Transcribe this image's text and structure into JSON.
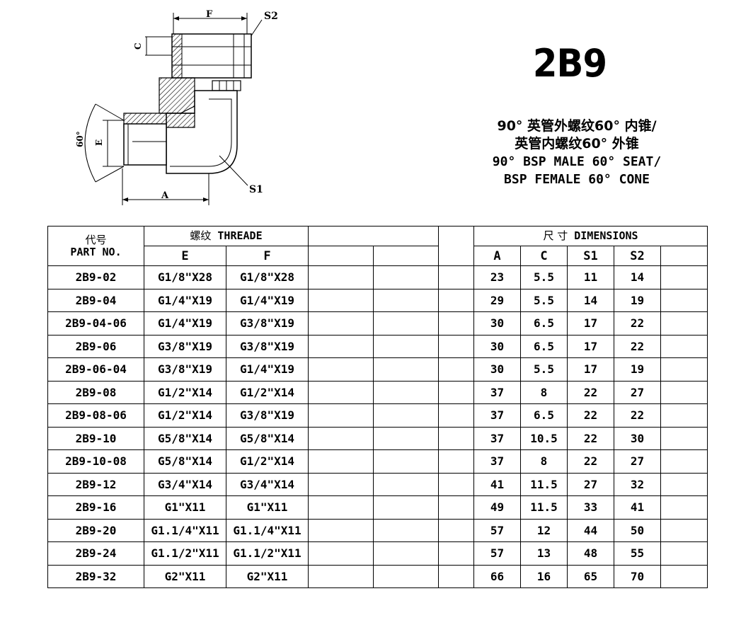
{
  "drawing_labels": {
    "F": "F",
    "S2": "S2",
    "C": "C",
    "angle": "60°",
    "E": "E",
    "A": "A",
    "S1": "S1"
  },
  "model": "2B9",
  "description": {
    "line1": "90° 英管外螺纹60° 内锥/",
    "line2": "英管内螺纹60° 外锥",
    "line3": "90° BSP MALE 60° SEAT/",
    "line4": "BSP FEMALE 60° CONE"
  },
  "table": {
    "header": {
      "code_cn": "代号",
      "part_no": "PART NO.",
      "thread_cn": "螺纹",
      "thread_en": "THREADE",
      "dim_cn": "尺 寸",
      "dim_en": "DIMENSIONS",
      "col_e": "E",
      "col_f": "F",
      "col_a": "A",
      "col_c": "C",
      "col_s1": "S1",
      "col_s2": "S2"
    },
    "rows": [
      [
        "2B9-02",
        "G1/8\"X28",
        "G1/8\"X28",
        "23",
        "5.5",
        "11",
        "14"
      ],
      [
        "2B9-04",
        "G1/4\"X19",
        "G1/4\"X19",
        "29",
        "5.5",
        "14",
        "19"
      ],
      [
        "2B9-04-06",
        "G1/4\"X19",
        "G3/8\"X19",
        "30",
        "6.5",
        "17",
        "22"
      ],
      [
        "2B9-06",
        "G3/8\"X19",
        "G3/8\"X19",
        "30",
        "6.5",
        "17",
        "22"
      ],
      [
        "2B9-06-04",
        "G3/8\"X19",
        "G1/4\"X19",
        "30",
        "5.5",
        "17",
        "19"
      ],
      [
        "2B9-08",
        "G1/2\"X14",
        "G1/2\"X14",
        "37",
        "8",
        "22",
        "27"
      ],
      [
        "2B9-08-06",
        "G1/2\"X14",
        "G3/8\"X19",
        "37",
        "6.5",
        "22",
        "22"
      ],
      [
        "2B9-10",
        "G5/8\"X14",
        "G5/8\"X14",
        "37",
        "10.5",
        "22",
        "30"
      ],
      [
        "2B9-10-08",
        "G5/8\"X14",
        "G1/2\"X14",
        "37",
        "8",
        "22",
        "27"
      ],
      [
        "2B9-12",
        "G3/4\"X14",
        "G3/4\"X14",
        "41",
        "11.5",
        "27",
        "32"
      ],
      [
        "2B9-16",
        "G1\"X11",
        "G1\"X11",
        "49",
        "11.5",
        "33",
        "41"
      ],
      [
        "2B9-20",
        "G1.1/4\"X11",
        "G1.1/4\"X11",
        "57",
        "12",
        "44",
        "50"
      ],
      [
        "2B9-24",
        "G1.1/2\"X11",
        "G1.1/2\"X11",
        "57",
        "13",
        "48",
        "55"
      ],
      [
        "2B9-32",
        "G2\"X11",
        "G2\"X11",
        "66",
        "16",
        "65",
        "70"
      ]
    ]
  }
}
